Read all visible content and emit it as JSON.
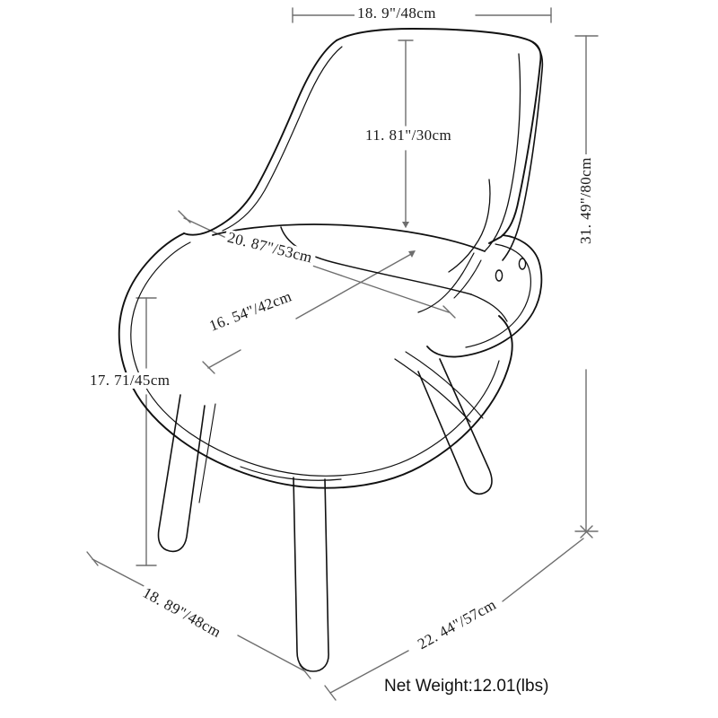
{
  "drawing": {
    "subject": "dining-chair-dimension-drawing",
    "line_color": "#1a1a1a",
    "dimension_line_color": "#6e6e6e",
    "background_color": "#ffffff"
  },
  "dimensions": {
    "overall_width_top": "18. 9\"/48cm",
    "back_height": "11. 81\"/30cm",
    "seat_depth_upper": "20. 87\"/53cm",
    "seat_width_inner": "16. 54\"/42cm",
    "seat_height": "17. 71/45cm",
    "overall_height": "31. 49\"/80cm",
    "base_width_front": "18. 89\"/48cm",
    "base_depth": "22. 44\"/57cm"
  },
  "notes": {
    "net_weight": "Net Weight:12.01(lbs)"
  }
}
